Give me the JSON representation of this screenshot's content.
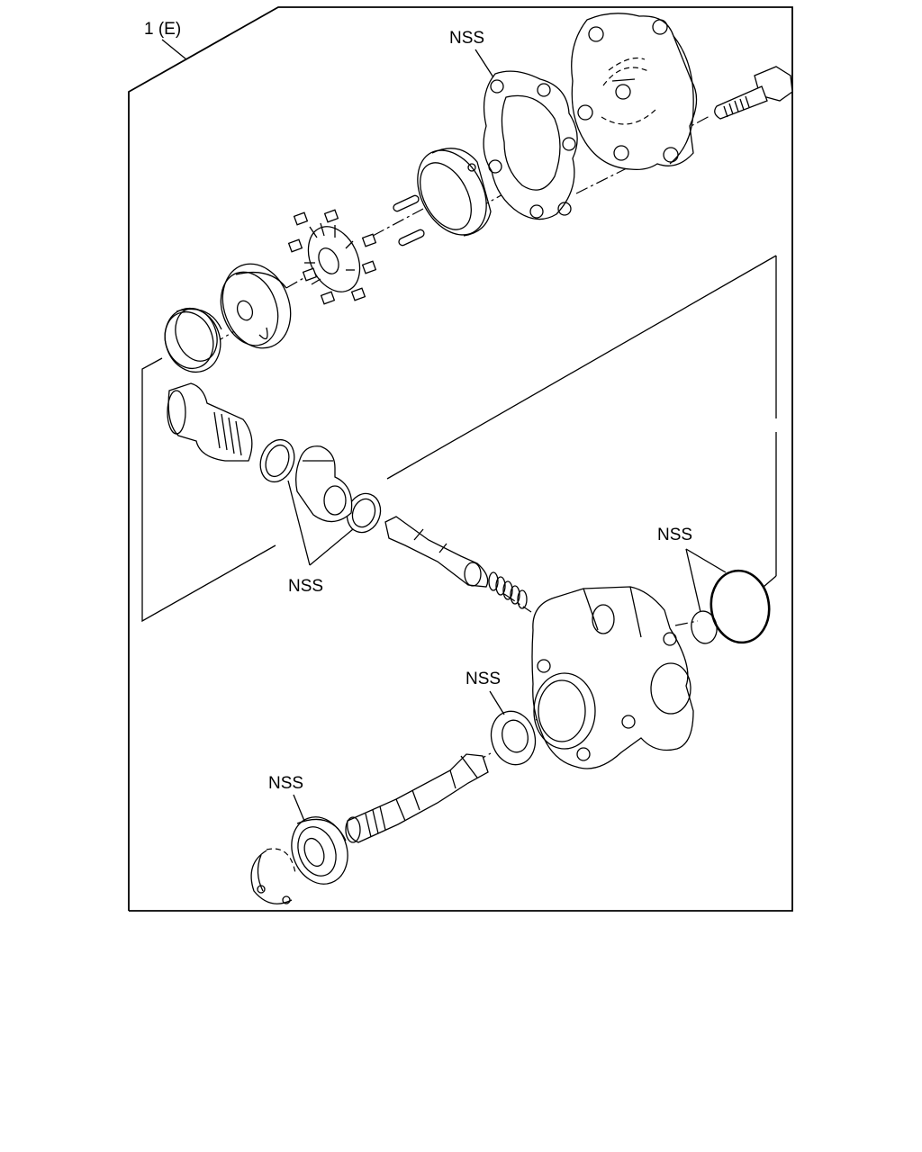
{
  "diagram": {
    "assembly_label": "1 (E)",
    "labels": {
      "nss_gasket": "NSS",
      "nss_washers": "NSS",
      "nss_orings": "NSS",
      "nss_seal": "NSS",
      "nss_bearing": "NSS"
    }
  }
}
